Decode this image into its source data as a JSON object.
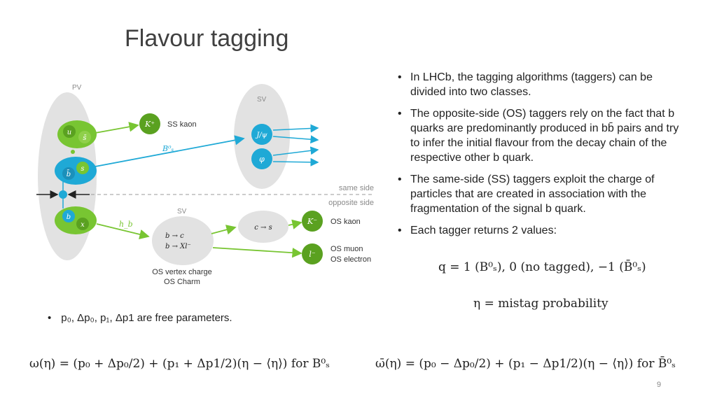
{
  "slide": {
    "title": "Flavour tagging",
    "page_number": "9"
  },
  "diagram": {
    "pv_label": "PV",
    "sv_label_top": "SV",
    "sv_label_bottom": "SV",
    "same_side_label": "same side",
    "opposite_side_label": "opposite side",
    "ss_kaon_label": "SS kaon",
    "k_plus": "K⁺",
    "bs0_label": "B⁰ₛ",
    "hb_label": "h_b",
    "u_label": "u",
    "sbar_label": "s̄",
    "bbar_label": "b̄",
    "s_label": "s",
    "b_label": "b",
    "x_label": "x",
    "jpsi_label": "J/ψ",
    "phi_label": "φ",
    "b_to_c": "b → c",
    "b_to_xl": "b → Xl⁻",
    "c_to_s": "c → s",
    "k_minus": "K⁻",
    "l_minus": "l⁻",
    "os_kaon": "OS kaon",
    "os_muon": "OS muon",
    "os_electron": "OS electron",
    "os_vertex_charge": "OS vertex charge",
    "os_charm": "OS Charm",
    "colors": {
      "blob": "#e2e2e2",
      "blue": "#1fa9d6",
      "green": "#78c532",
      "green_dark": "#5aa120",
      "dashed": "#9a9a9a",
      "label_gray": "#8a8a8a"
    }
  },
  "bullets": [
    "In LHCb, the tagging algorithms (taggers) can be divided into two classes.",
    "The opposite-side (OS) taggers rely on the fact that b quarks are predominantly produced in bb̄ pairs and try to infer the initial flavour from the decay chain of the respective other b quark.",
    "The same-side (SS) taggers exploit the charge of particles that are created in association with the fragmentation of the signal b quark.",
    "Each tagger returns 2 values:"
  ],
  "equations": {
    "q": "q = 1 (B⁰ₛ), 0 (no tagged), −1 (B̄⁰ₛ)",
    "eta": "η = mistag probability",
    "free_params": "p₀, Δp₀, p₁, Δp1 are free parameters.",
    "omega": "ω(η) = (p₀ + Δp₀/2) + (p₁ + Δp1/2)(η − ⟨η⟩)   for B⁰ₛ",
    "omega_bar": "ω̄(η) = (p₀ − Δp₀/2) + (p₁ − Δp1/2)(η − ⟨η⟩)   for B̄⁰ₛ"
  }
}
